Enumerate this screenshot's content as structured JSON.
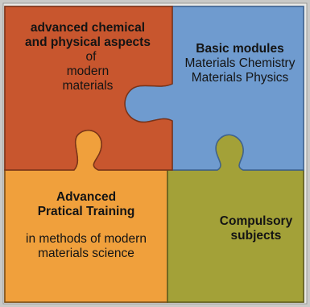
{
  "pieces": {
    "top_left": {
      "color": "#c8562e",
      "title_lines": [
        "advanced chemical",
        "and physical aspects"
      ],
      "body_lines": [
        "of",
        "modern",
        "materials"
      ]
    },
    "top_right": {
      "color": "#6f9bcf",
      "title_lines": [
        "Basic modules"
      ],
      "body_lines": [
        "Materials Chemistry",
        "Materials Physics"
      ]
    },
    "bottom_left": {
      "color": "#f0a03c",
      "title_lines": [
        "Advanced",
        "Pratical Training"
      ],
      "body_lines": [
        "in methods of modern",
        "materials science"
      ]
    },
    "bottom_right": {
      "color": "#a3a138",
      "title_lines": [
        "Compulsory",
        "subjects"
      ],
      "body_lines": []
    }
  }
}
